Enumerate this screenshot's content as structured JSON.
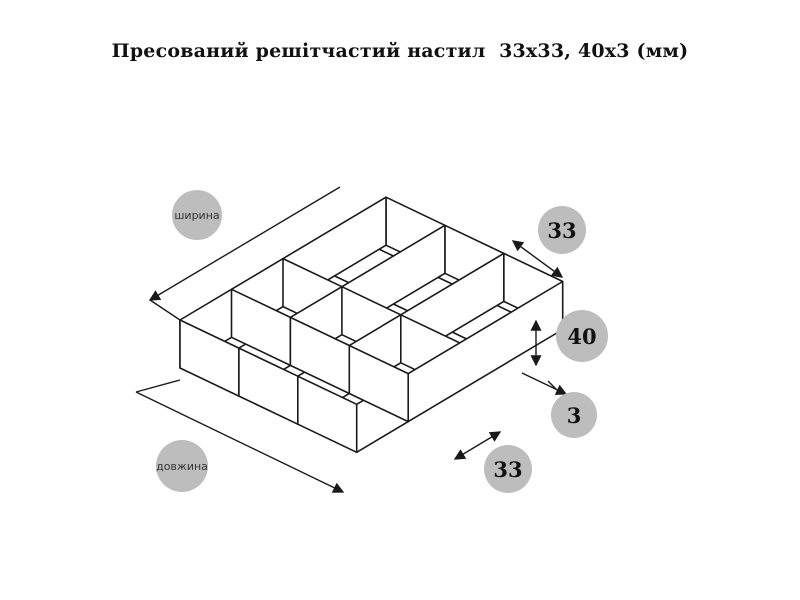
{
  "title": "Пресований решітчастий настил  33х33, 40х3 (мм)",
  "labels": {
    "width": "ширина",
    "length": "довжина",
    "cell_width": "33",
    "bar_height": "40",
    "bar_thickness": "3",
    "cell_length": "33"
  },
  "colors": {
    "badge_fill": "#bdbdbd",
    "line": "#1a1a1a",
    "panel_fill": "#ffffff"
  }
}
